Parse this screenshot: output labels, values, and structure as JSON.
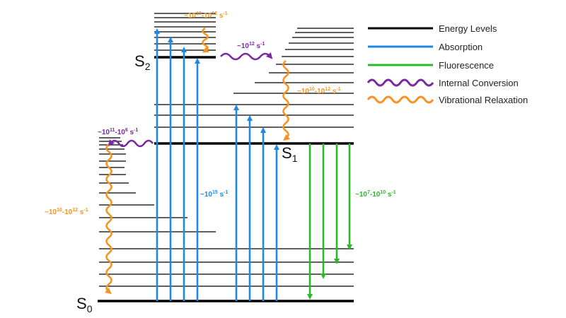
{
  "states": {
    "s0": {
      "base": "S",
      "sub": "0"
    },
    "s1": {
      "base": "S",
      "sub": "1"
    },
    "s2": {
      "base": "S",
      "sub": "2"
    }
  },
  "rates": {
    "vr_s2": {
      "prefix": "~10",
      "exp1": "10",
      "mid": "-10",
      "exp2": "12",
      "unit": " s",
      "unit_exp": "-1"
    },
    "ic_s2_s1": {
      "prefix": "~10",
      "exp1": "12",
      "unit": " s",
      "unit_exp": "-1"
    },
    "vr_s1": {
      "prefix": "~10",
      "exp1": "10",
      "mid": "-10",
      "exp2": "12",
      "unit": " s",
      "unit_exp": "-1"
    },
    "ic_s1_s0": {
      "prefix": "~10",
      "exp1": "11",
      "mid": "-10",
      "exp2": "6",
      "unit": " s",
      "unit_exp": "-1"
    },
    "vr_s0": {
      "prefix": "~10",
      "exp1": "10",
      "mid": "-10",
      "exp2": "12",
      "unit": " s",
      "unit_exp": "-1"
    },
    "absorption": {
      "prefix": "~10",
      "exp1": "15",
      "unit": " s",
      "unit_exp": "-1"
    },
    "fluorescence": {
      "prefix": "~10",
      "exp1": "7",
      "mid": "-10",
      "exp2": "10",
      "unit": " s",
      "unit_exp": "-1"
    }
  },
  "legend": [
    {
      "label": "Energy Levels",
      "icon": "straight-line",
      "color": "#000000"
    },
    {
      "label": "Absorption",
      "icon": "straight-line",
      "color": "#1e88e5"
    },
    {
      "label": "Fluorescence",
      "icon": "straight-line",
      "color": "#2bb82b"
    },
    {
      "label": "Internal Conversion",
      "icon": "wavy-line",
      "color": "#7a2aa0"
    },
    {
      "label": "Vibrational Relaxation",
      "icon": "wavy-line",
      "color": "#f7931e"
    }
  ],
  "colors": {
    "level": "#000000",
    "absorption": "#1e88e5",
    "fluorescence": "#2bb82b",
    "internal_conversion": "#7a2aa0",
    "vibrational_relaxation": "#f7931e"
  }
}
